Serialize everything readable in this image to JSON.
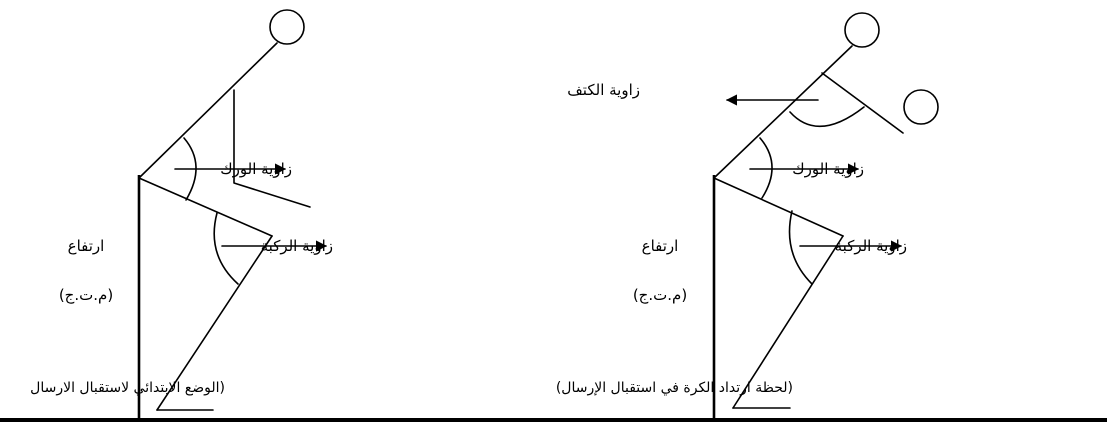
{
  "left_figure": {
    "hip_label": "زاوية الورك",
    "knee_label": "زاوية الركبة",
    "height_label": "ارتفاع",
    "height_unit": "(م.ت.ج)",
    "caption": "(الوضع الابتدائي لاستقبال الارسال"
  },
  "right_figure": {
    "shoulder_label": "زاوية الكتف",
    "hip_label": "زاوية الورك",
    "knee_label": "زاوية الركبة",
    "height_label": "ارتفاع",
    "height_unit": "(م.ت.ج)",
    "caption": "(لحظة ارتداد الكرة في استقبال الإرسال)"
  }
}
